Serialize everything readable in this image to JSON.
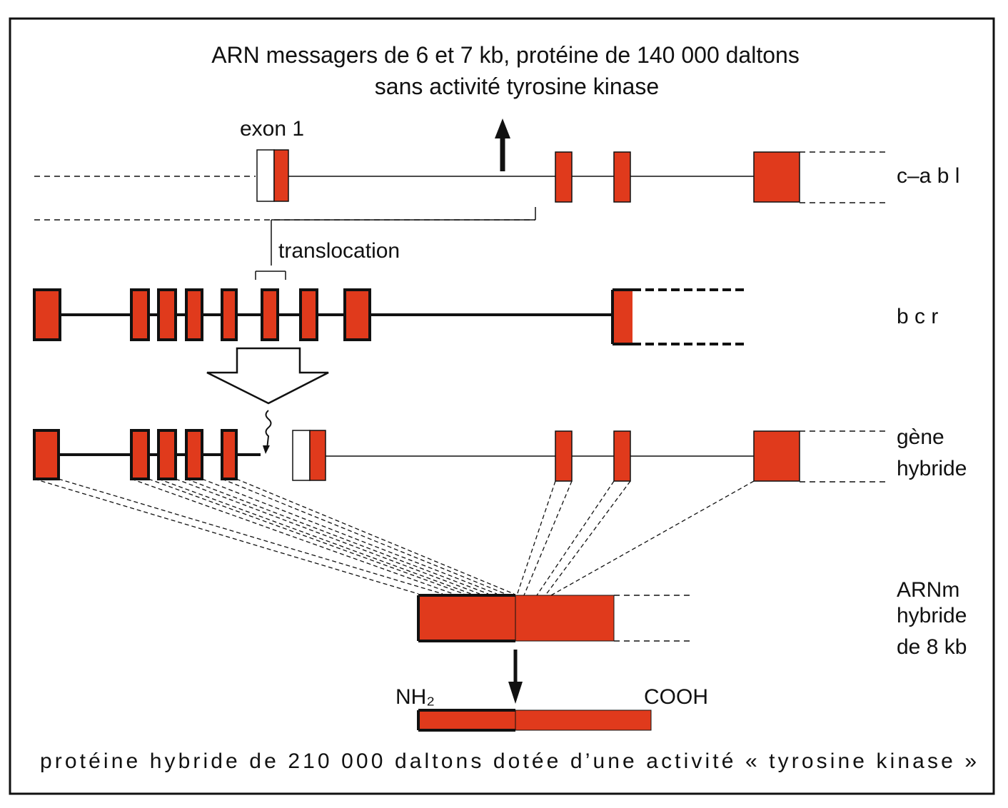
{
  "title": {
    "line1": "ARN messagers de 6 et 7 kb, protéine de 140 000 daltons",
    "line2": "sans activité tyrosine kinase"
  },
  "labels": {
    "exon1": "exon 1",
    "translocation": "translocation",
    "cabl": "c–a b l",
    "bcr": "b c r",
    "gene_hybride_1": "gène",
    "gene_hybride_2": "hybride",
    "arnm_1": "ARNm",
    "arnm_2": "hybride",
    "arnm_3": "de 8 kb",
    "nh2": "NH₂",
    "cooh": "COOH"
  },
  "caption": "protéine hybride de 210 000 daltons dotée d’une activité « tyrosine kinase »",
  "colors": {
    "exon": "#e03a1c",
    "line": "#111111",
    "background": "#ffffff"
  }
}
